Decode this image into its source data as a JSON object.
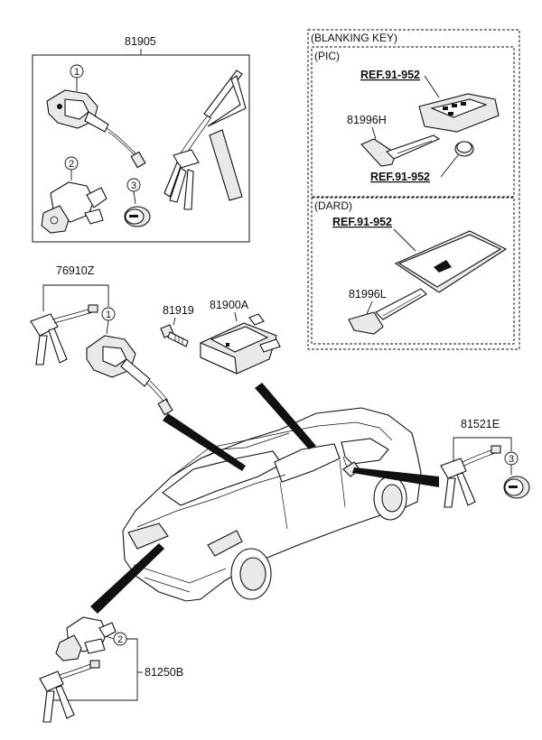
{
  "part_numbers": {
    "set_top": "81905",
    "door_lock": "76910Z",
    "key_bolt": "81919",
    "module": "81900A",
    "trunk_lock": "81521E",
    "tailgate": "81250B",
    "blank_key_pic": "81996H",
    "blank_key_dard": "81996L"
  },
  "sections": {
    "blanking_key": "(BLANKING KEY)",
    "pic": "(PIC)",
    "dard": "(DARD)"
  },
  "references": {
    "ref_pic_top": "REF.91-952",
    "ref_pic_bottom": "REF.91-952",
    "ref_dard": "REF.91-952"
  },
  "callouts": [
    "1",
    "2",
    "3"
  ]
}
